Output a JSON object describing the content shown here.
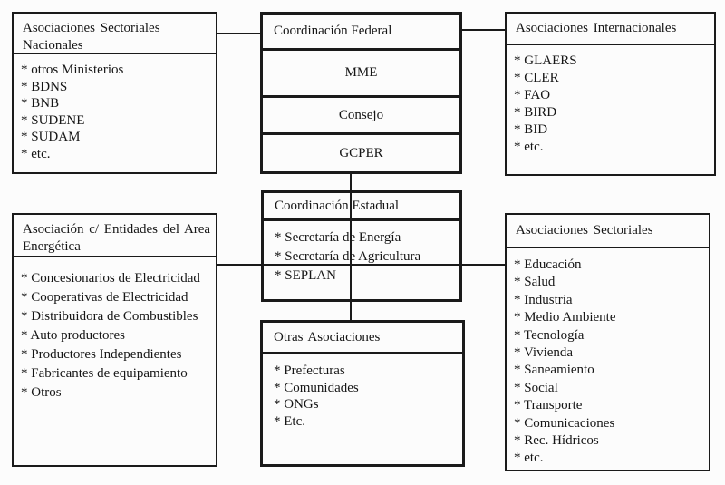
{
  "colors": {
    "ink": "#1a1a1a",
    "paper": "#fcfcfc"
  },
  "diagram": {
    "federal": {
      "title": "Coordinación Federal",
      "rows": [
        "MME",
        "Consejo",
        "GCPER"
      ]
    },
    "estadual": {
      "title": "Coordinación Estadual",
      "items": [
        "* Secretaría de Energía",
        "* Secretaría de Agricultura",
        "* SEPLAN"
      ]
    },
    "otras": {
      "title": "Otras Asociaciones",
      "items": [
        "* Prefecturas",
        "* Comunidades",
        "* ONGs",
        "* Etc."
      ]
    },
    "nacionales": {
      "title": "Asociaciones Sectoriales\nNacionales",
      "items": [
        "* otros Ministerios",
        "* BDNS",
        "* BNB",
        "* SUDENE",
        "* SUDAM",
        "* etc."
      ]
    },
    "internacionales": {
      "title": "Asociaciones Internacionales",
      "items": [
        "* GLAERS",
        "* CLER",
        "* FAO",
        "* BIRD",
        "* BID",
        "* etc."
      ]
    },
    "energetica": {
      "title": "Asociación c/ Entidades del Area\nEnergética",
      "items": [
        "* Concesionarios de Electricidad",
        "* Cooperativas de Electricidad",
        "* Distribuidora de Combustibles",
        "* Auto productores",
        "* Productores Independientes",
        "* Fabricantes de equipamiento",
        "* Otros"
      ]
    },
    "sectoriales": {
      "title": "Asociaciones Sectoriales",
      "items": [
        "* Educación",
        "* Salud",
        "* Industria",
        "* Medio Ambiente",
        "* Tecnología",
        "* Vivienda",
        "* Saneamiento",
        "* Social",
        "* Transporte",
        "* Comunicaciones",
        "* Rec. Hídricos",
        "* etc."
      ]
    }
  }
}
